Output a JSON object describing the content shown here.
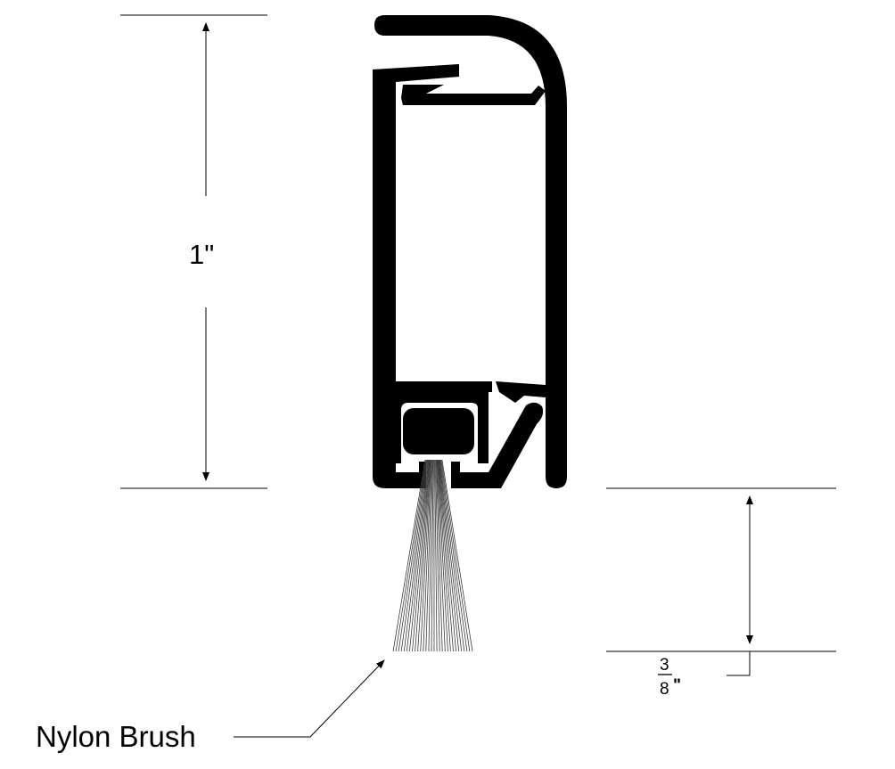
{
  "dimensions": {
    "height_label": "1\"",
    "gap_numerator": "3",
    "gap_denominator": "8",
    "gap_unit": "\""
  },
  "callout": {
    "label": "Nylon Brush"
  },
  "colors": {
    "ink": "#000000",
    "paper": "#ffffff",
    "bristle": "#3a3a3a"
  }
}
